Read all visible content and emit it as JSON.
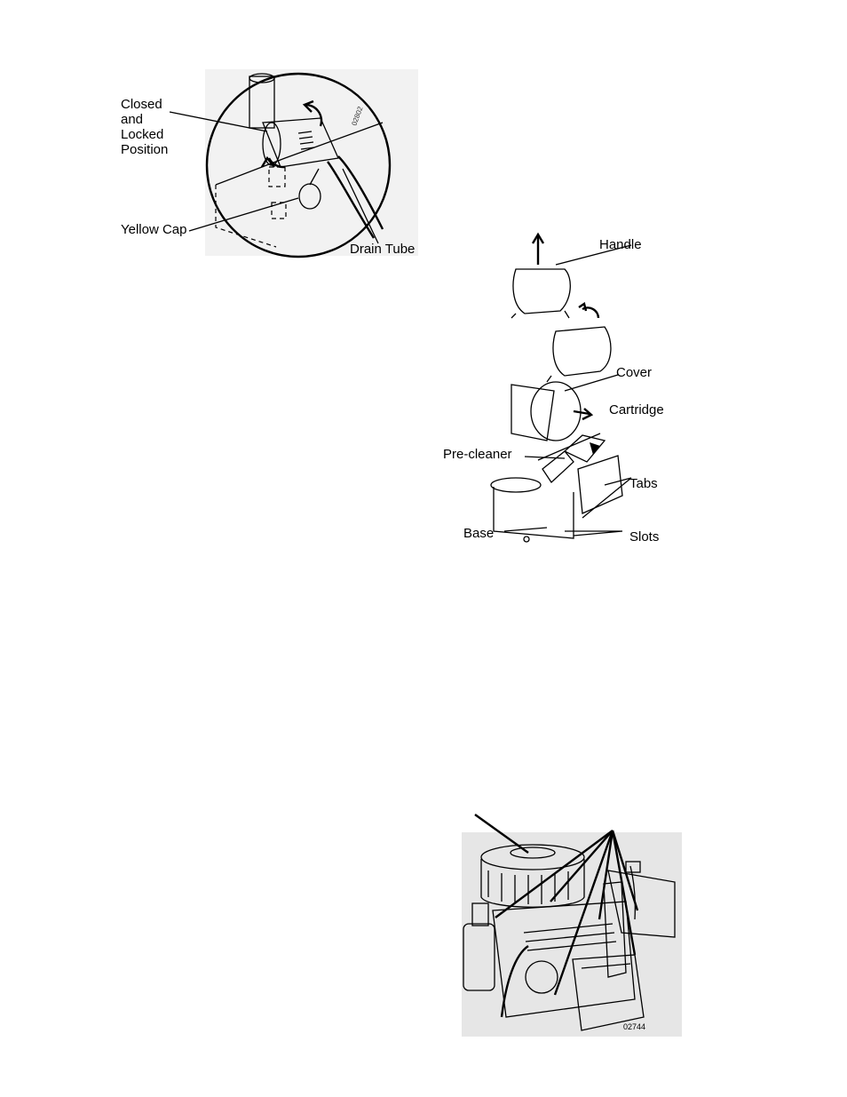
{
  "fig1": {
    "labels": {
      "closed_locked_1": "Closed",
      "closed_locked_2": "and",
      "closed_locked_3": "Locked",
      "closed_locked_4": "Position",
      "yellow_cap": "Yellow Cap",
      "drain_tube": "Drain Tube"
    }
  },
  "fig2": {
    "labels": {
      "handle": "Handle",
      "cover": "Cover",
      "cartridge": "Cartridge",
      "pre_cleaner": "Pre-cleaner",
      "tabs": "Tabs",
      "base": "Base",
      "slots": "Slots"
    }
  },
  "fig3": {
    "part_number": "02744"
  }
}
